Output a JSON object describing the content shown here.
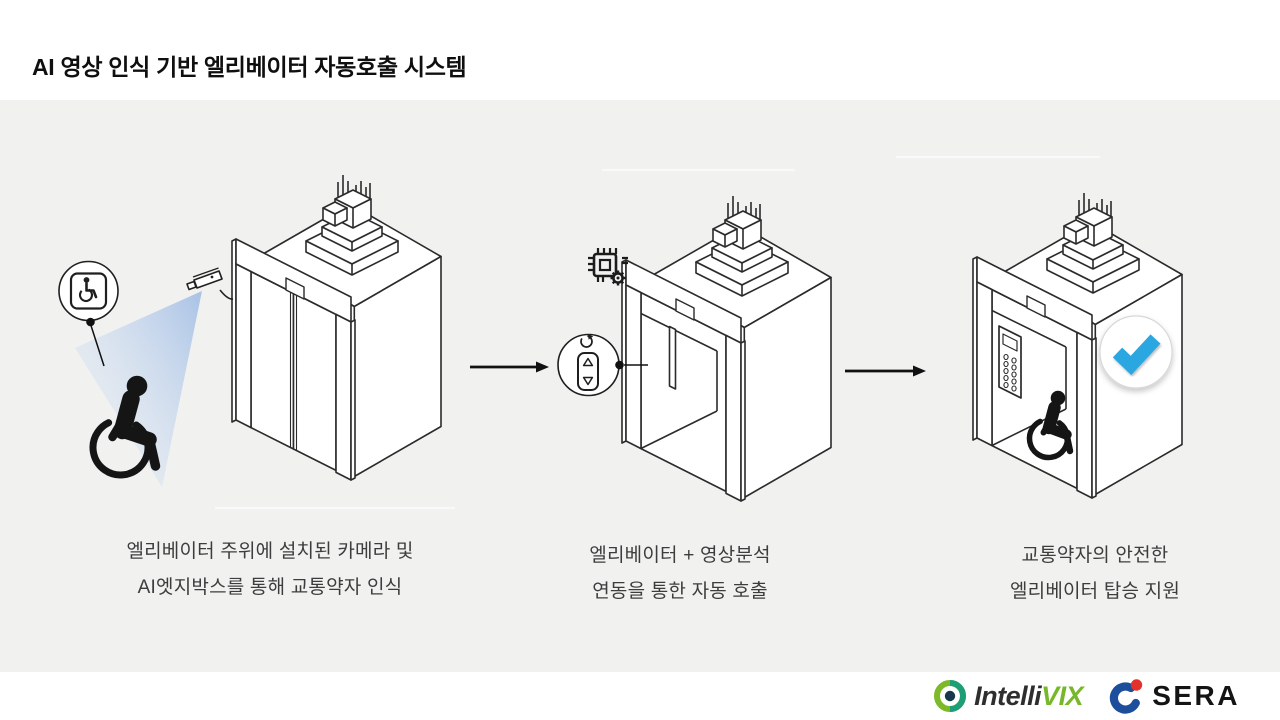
{
  "title": "AI 영상 인식 기반 엘리베이터 자동호출 시스템",
  "steps": [
    {
      "id": 1,
      "caption": [
        "엘리베이터 주위에 설치된 카메라 및",
        "AI엣지박스를 통해 교통약자 인식"
      ]
    },
    {
      "id": 2,
      "caption": [
        "엘리베이터 + 영상분석",
        "연동을 통한 자동 호출"
      ]
    },
    {
      "id": 3,
      "caption": [
        "교통약자의 안전한",
        "엘리베이터 탑승 지원"
      ]
    }
  ],
  "icons": {
    "wheelchair_sign": "wheelchair-accessibility-symbol",
    "cctv_camera": "surveillance-camera",
    "detection_cone": "camera-view-beam",
    "ai_chip": "cpu-chip-with-gear",
    "sync": "sync-arrows",
    "call_buttons": "elevator-up-down-buttons",
    "checkmark": "blue-checkmark",
    "flow_arrow": "right-arrow"
  },
  "colors": {
    "page_background": "#ffffff",
    "stage_background": "#f1f1f0",
    "line_art": "#2b2b2b",
    "detection_cone_blue": "#a9c3e7",
    "checkmark_blue": "#29a7e0",
    "intellivix_green": "#76b82a",
    "sera_blue": "#1c4e9b",
    "sera_red": "#e5312b"
  },
  "footer": {
    "intellivix_black": "Intelli",
    "intellivix_green_text": "VIX",
    "sera_text": "SERA"
  }
}
